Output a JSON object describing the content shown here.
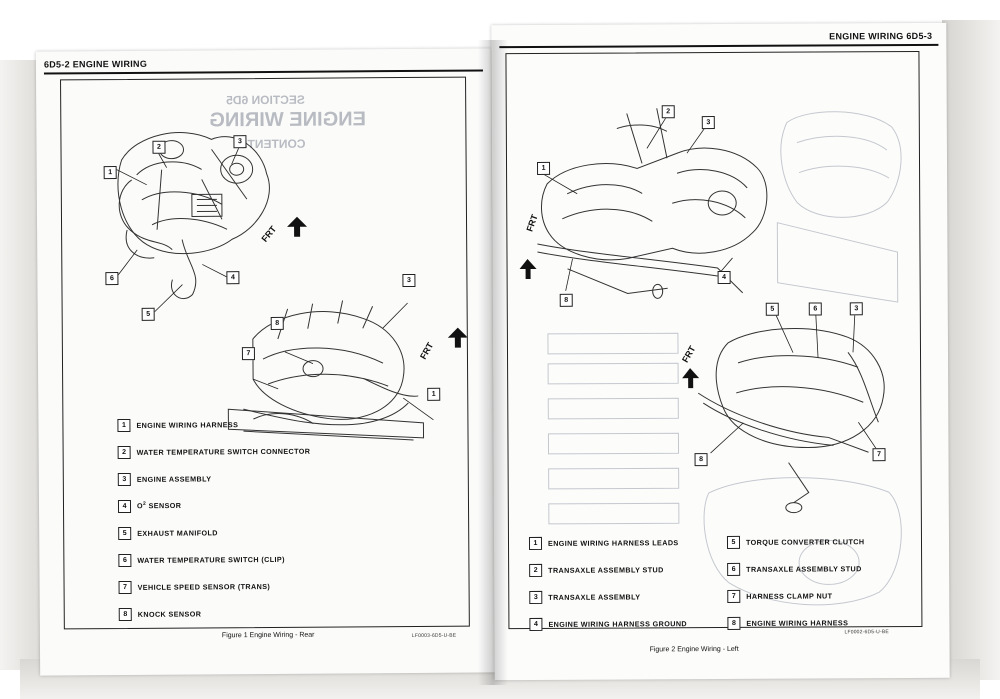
{
  "left_page": {
    "header": "6D5-2  ENGINE WIRING",
    "frt_label": "FRT",
    "callouts_top": [
      "1",
      "2",
      "3",
      "4",
      "5",
      "6"
    ],
    "callouts_lower": [
      "3",
      "8",
      "7",
      "1"
    ],
    "legend": [
      {
        "num": "1",
        "label": "ENGINE WIRING HARNESS"
      },
      {
        "num": "2",
        "label": "WATER TEMPERATURE SWITCH CONNECTOR"
      },
      {
        "num": "3",
        "label": "ENGINE ASSEMBLY"
      },
      {
        "num": "4",
        "label": "O",
        "sup": "2",
        "suffix": " SENSOR"
      },
      {
        "num": "5",
        "label": "EXHAUST MANIFOLD"
      },
      {
        "num": "6",
        "label": "WATER TEMPERATURE SWITCH (CLIP)"
      },
      {
        "num": "7",
        "label": "VEHICLE SPEED SENSOR (TRANS)"
      },
      {
        "num": "8",
        "label": "KNOCK SENSOR"
      }
    ],
    "caption": "Figure 1 Engine Wiring - Rear",
    "code": "LF0003-6D5-U-BE"
  },
  "right_page": {
    "header": "ENGINE WIRING  6D5-3",
    "frt_label": "FRT",
    "callouts_top": [
      "1",
      "2",
      "3",
      "4",
      "8"
    ],
    "callouts_lower": [
      "5",
      "6",
      "3",
      "8",
      "7"
    ],
    "legend_left": [
      {
        "num": "1",
        "label": "ENGINE WIRING HARNESS LEADS"
      },
      {
        "num": "2",
        "label": "TRANSAXLE ASSEMBLY STUD"
      },
      {
        "num": "3",
        "label": "TRANSAXLE ASSEMBLY"
      },
      {
        "num": "4",
        "label": "ENGINE WIRING HARNESS GROUND"
      }
    ],
    "legend_right": [
      {
        "num": "5",
        "label": "TORQUE CONVERTER CLUTCH"
      },
      {
        "num": "6",
        "label": "TRANSAXLE ASSEMBLY STUD"
      },
      {
        "num": "7",
        "label": "HARNESS CLAMP NUT"
      },
      {
        "num": "8",
        "label": "ENGINE WIRING HARNESS"
      }
    ],
    "caption": "Figure 2 Engine Wiring - Left",
    "code": "LF0002-6D5-U-BE"
  },
  "colors": {
    "ink": "#111111",
    "paper": "#fbfbfa",
    "bleed": "#b8bcc2"
  }
}
